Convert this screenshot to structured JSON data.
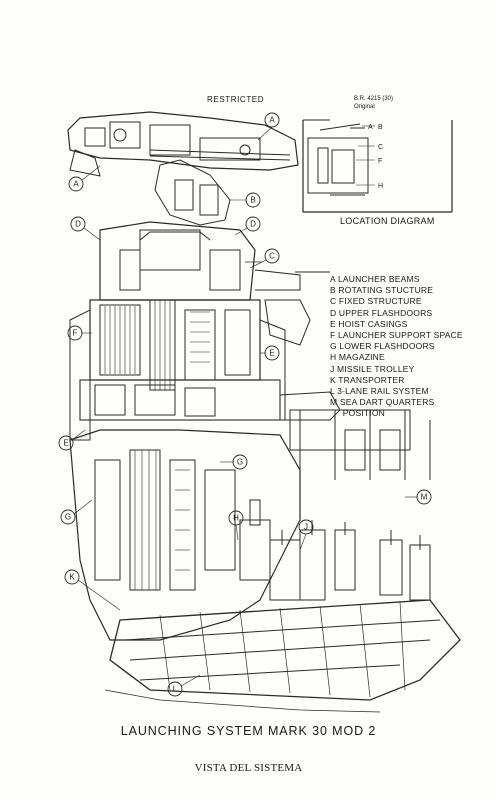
{
  "header": {
    "restricted": "RESTRICTED"
  },
  "location_diagram": {
    "ref_line1": "B.R. 4215 (30)",
    "ref_line2": "Original",
    "title": "LOCATION DIAGRAM",
    "labels": [
      "A",
      "B",
      "C",
      "F",
      "H"
    ]
  },
  "callouts": [
    "A",
    "B",
    "D",
    "D",
    "C",
    "F",
    "E",
    "E",
    "G",
    "G",
    "H",
    "J",
    "K",
    "L",
    "M"
  ],
  "legend": [
    "A  LAUNCHER BEAMS",
    "B  ROTATING STUCTURE",
    "C  FIXED STRUCTURE",
    "D  UPPER FLASHDOORS",
    "E  HOIST CASINGS",
    "F  LAUNCHER SUPPORT SPACE",
    "G  LOWER FLASHDOORS",
    "H  MAGAZINE",
    "J  MISSILE TROLLEY",
    "K  TRANSPORTER",
    "L  3-LANE RAIL SYSTEM",
    "M  SEA DART QUARTERS",
    "     POSITION"
  ],
  "caption": {
    "main": "LAUNCHING SYSTEM MARK 30 MOD 2",
    "sub": "VISTA DEL SISTEMA"
  }
}
